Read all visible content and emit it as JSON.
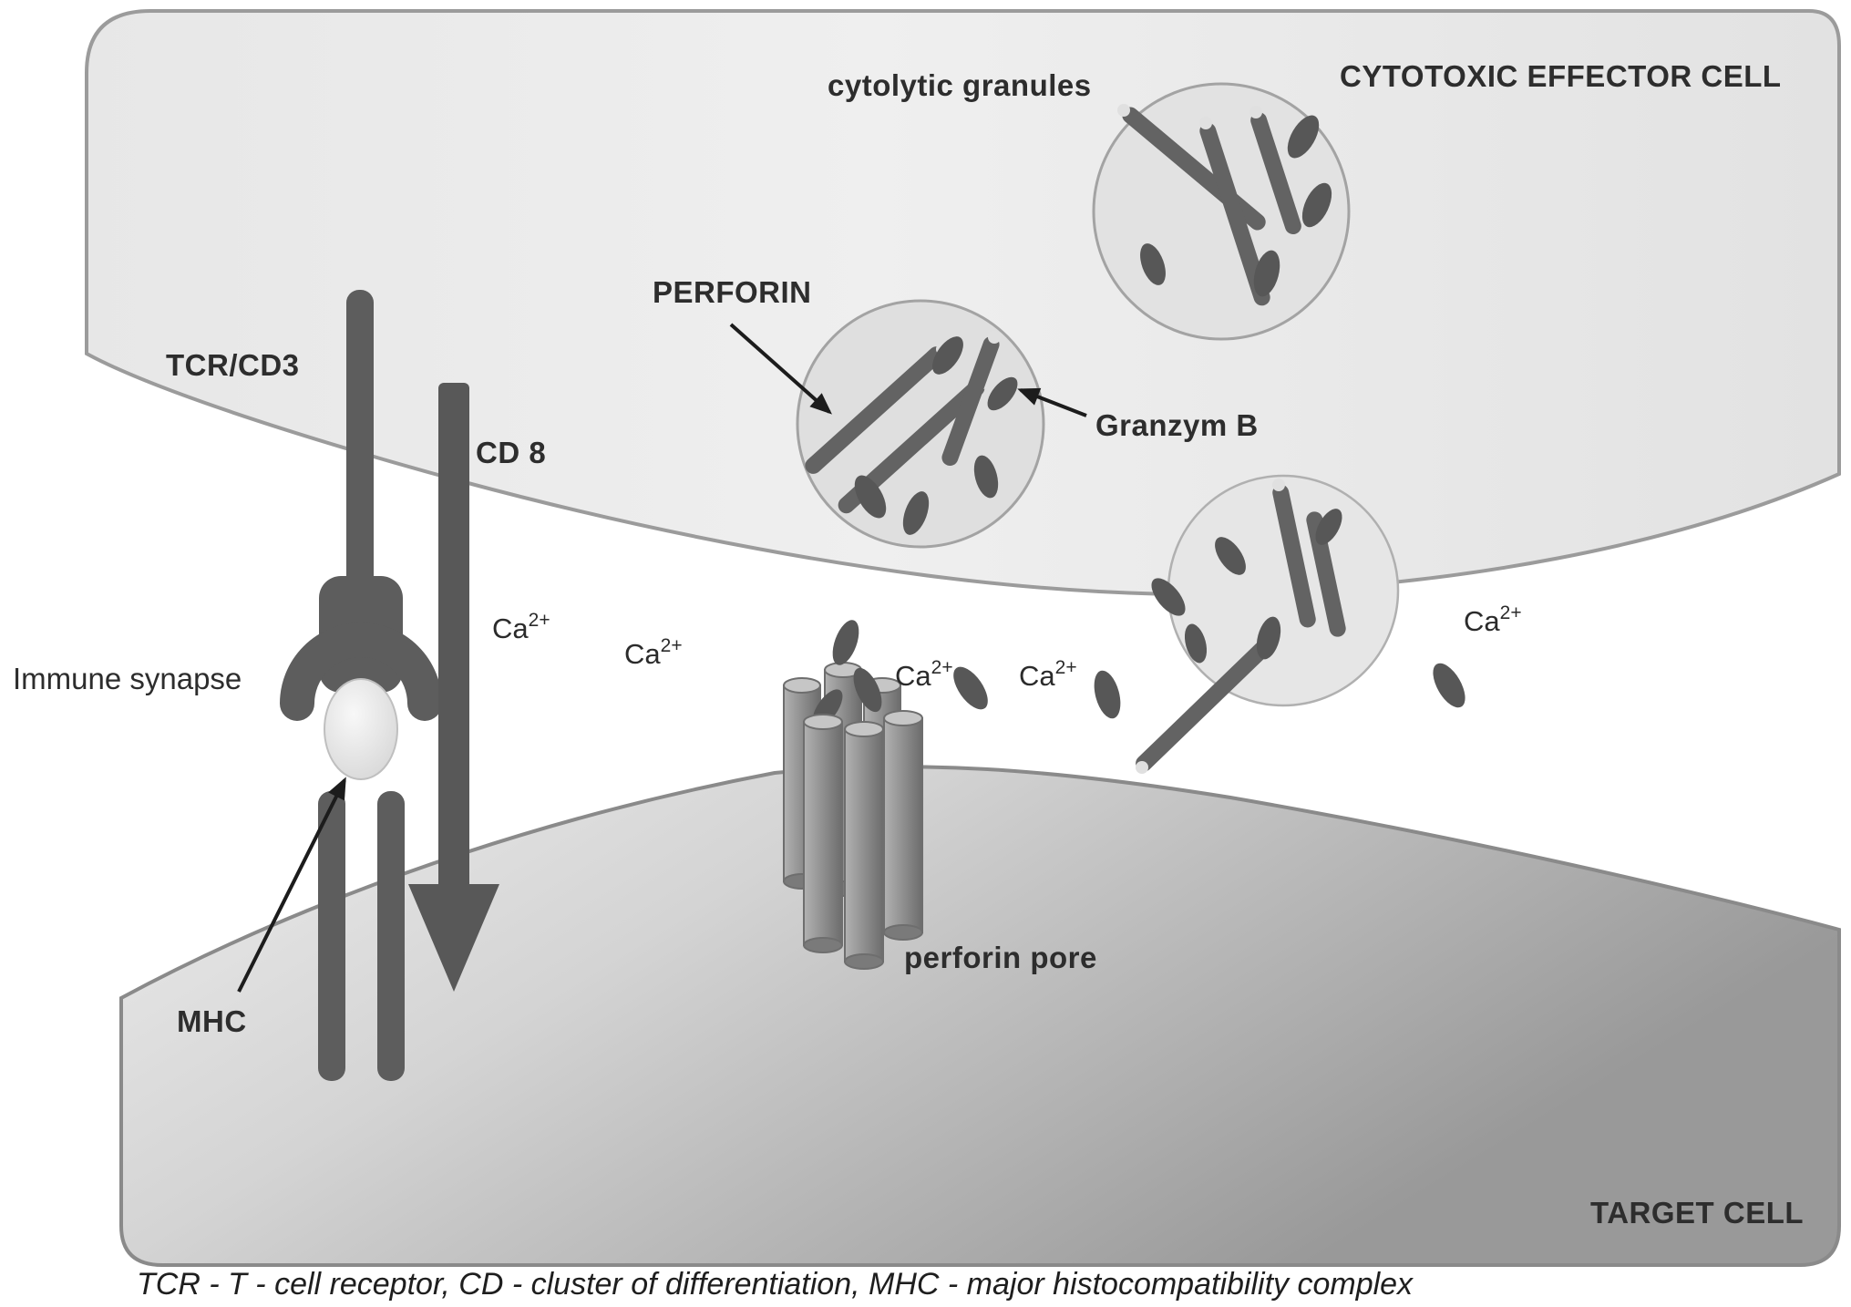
{
  "diagram": {
    "labels": {
      "effector_cell": "CYTOTOXIC EFFECTOR CELL",
      "cytolytic_granules": "cytolytic granules",
      "perforin": "PERFORIN",
      "granzym_b": "Granzym B",
      "tcr_cd3": "TCR/CD3",
      "cd8": "CD 8",
      "immune_synapse": "Immune synapse",
      "mhc": "MHC",
      "perforin_pore": "perforin pore",
      "target_cell": "TARGET CELL"
    },
    "ca_label": {
      "base": "Ca",
      "sup": "2+"
    },
    "caption": "TCR - T - cell receptor, CD - cluster of differentiation, MHC - major histocompatibility complex",
    "colors": {
      "cell_fill_light": "#ebebeb",
      "cell_fill_dark": "#9e9e9e",
      "structure_gray": "#5d5d5d",
      "outline_gray": "#9b9b9b",
      "text": "#2d2d2d",
      "background": "#ffffff"
    }
  }
}
